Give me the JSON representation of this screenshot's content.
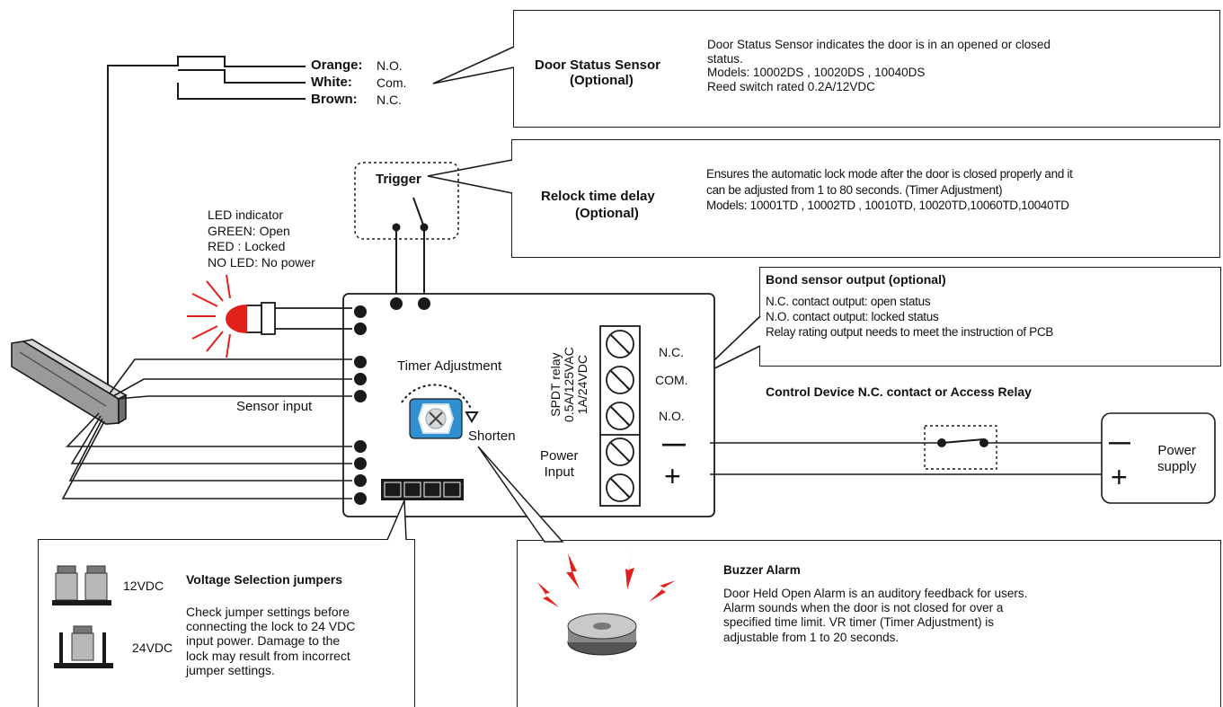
{
  "colors": {
    "led_red": "#e0201a",
    "line": "#1a1a1a",
    "knob_blue": "#2f8fd0"
  },
  "door_sensor_wires": {
    "orange_label": "Orange:",
    "orange_value": "N.O.",
    "white_label": "White:",
    "white_value": "Com.",
    "brown_label": "Brown:",
    "brown_value": "N.C."
  },
  "door_status_sensor": {
    "title": "Door Status Sensor",
    "subtitle": "(Optional)",
    "lines": [
      "Door Status Sensor indicates the door is in an opened or closed",
      "status.",
      "Models: 10002DS , 10020DS ,  10040DS",
      "Reed switch rated 0.2A/12VDC"
    ]
  },
  "trigger": {
    "label": "Trigger"
  },
  "relock": {
    "title": "Relock time delay",
    "subtitle": "(Optional)",
    "lines": [
      "Ensures the automatic lock mode after the door is closed properly and it",
      "can be adjusted from 1 to 80 seconds. (Timer Adjustment)",
      "Models: 10001TD , 10002TD , 10010TD, 10020TD,10060TD,10040TD"
    ]
  },
  "led": {
    "lines": [
      "LED indicator",
      "GREEN: Open",
      "RED : Locked",
      "NO LED: No power"
    ]
  },
  "bond_sensor": {
    "title": "Bond sensor output (optional)",
    "lines": [
      "N.C. contact output: open status",
      "N.O. contact output: locked status",
      "Relay rating output needs to meet the instruction of PCB"
    ]
  },
  "board": {
    "timer_adjustment": "Timer Adjustment",
    "shorten": "Shorten",
    "sensor_input": "Sensor input",
    "relay_lines": [
      "SPDT relay",
      "0.5A/125VAC",
      "1A/24VDC"
    ],
    "power_input_lines": [
      "Power",
      "Input"
    ],
    "terminals": {
      "nc": "N.C.",
      "com": "COM.",
      "no": "N.O.",
      "minus": "—",
      "plus": "+"
    }
  },
  "control_device": {
    "label": "Control Device N.C. contact or Access Relay"
  },
  "power_supply": {
    "label_lines": [
      "Power",
      "supply"
    ],
    "minus": "—",
    "plus": "+"
  },
  "voltage": {
    "v12": "12VDC",
    "v24": "24VDC",
    "title": "Voltage Selection jumpers",
    "lines": [
      "Check jumper settings before",
      "connecting the lock to 24 VDC",
      "input power. Damage to the",
      "lock may result from incorrect",
      "jumper settings."
    ]
  },
  "buzzer": {
    "title": "Buzzer Alarm",
    "lines": [
      "Door Held Open Alarm is an auditory feedback for users.",
      "Alarm sounds when the door is not closed for over a",
      "specified time limit. VR timer (Timer Adjustment) is",
      "adjustable from 1 to 20 seconds."
    ]
  }
}
